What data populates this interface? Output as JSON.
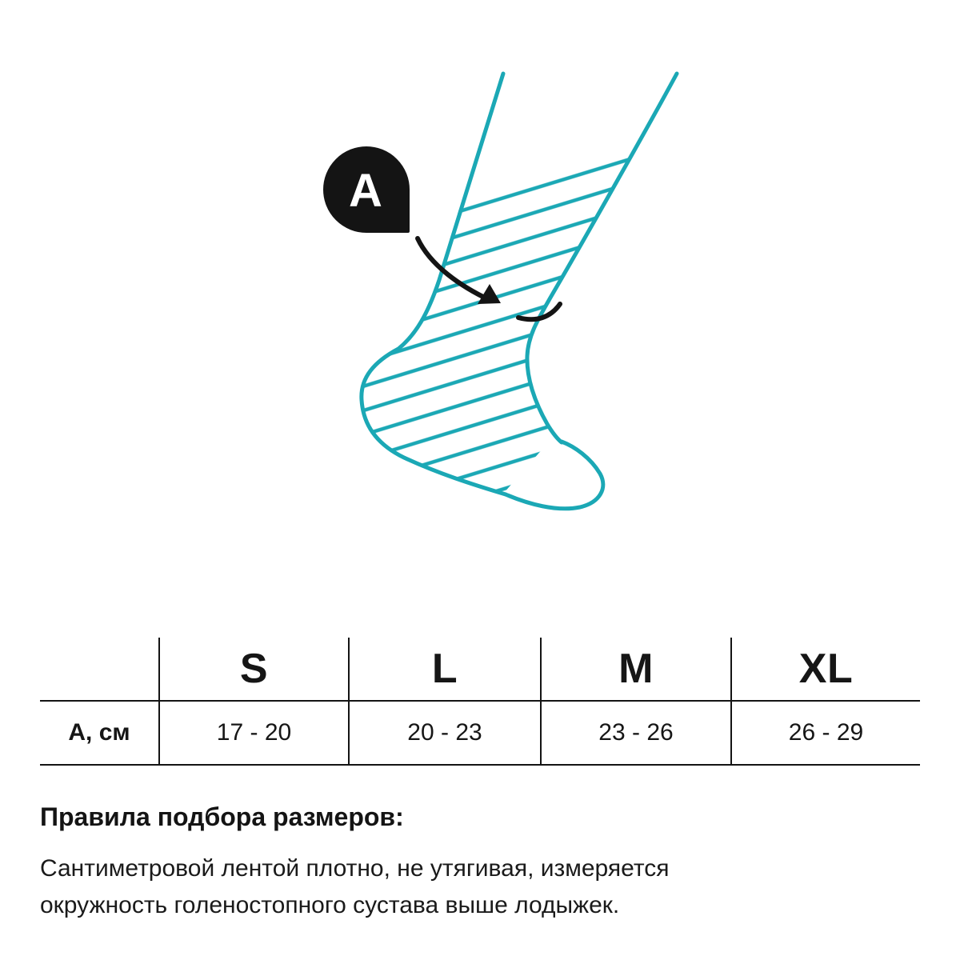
{
  "illustration": {
    "marker_label": "A",
    "colors": {
      "sock_teal": "#1BA8B5",
      "marker_black": "#141414"
    }
  },
  "size_table": {
    "headers": [
      "S",
      "L",
      "M",
      "XL"
    ],
    "row_label": "А, см",
    "values": [
      "17 - 20",
      "20 - 23",
      "23 - 26",
      "26 - 29"
    ]
  },
  "rules": {
    "heading": "Правила подбора размеров:",
    "body_lines": [
      "Сантиметровой лентой плотно, не утягивая, измеряется",
      "окружность голеностопного сустава выше лодыжек."
    ]
  }
}
